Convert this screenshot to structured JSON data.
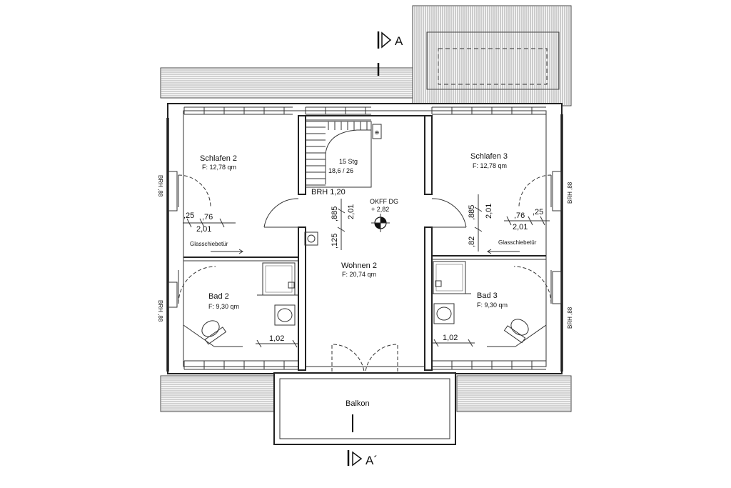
{
  "rooms": {
    "schlafen2": {
      "name": "Schlafen 2",
      "area": "F: 12,78 qm"
    },
    "schlafen3": {
      "name": "Schlafen 3",
      "area": "F: 12,78 qm"
    },
    "wohnen2": {
      "name": "Wohnen 2",
      "area": "F: 20,74 qm"
    },
    "bad2": {
      "name": "Bad 2",
      "area": "F: 9,30 qm"
    },
    "bad3": {
      "name": "Bad 3",
      "area": "F: 9,30 qm"
    },
    "balkon": {
      "name": "Balkon"
    }
  },
  "stair": {
    "steps": "15 Stg",
    "ratio": "18,6 / 26"
  },
  "labels": {
    "brh": "BRH  1,20",
    "okff": "OKFF DG",
    "okff_value": "+ 2,82",
    "glass_left": "Glasschiebetür",
    "glass_right": "Glasschiebetür",
    "brh_side_right_top": "BRH ,88",
    "brh_side_right_bottom": "BRH ,88",
    "brh_side_left_top": "BRH ,88",
    "brh_side_left_bottom": "BRH ,88"
  },
  "section": {
    "top": "A",
    "bottom": "A´"
  },
  "dims": {
    "left_25": ",25",
    "left_76": ",76",
    "left_201": "2,01",
    "right_76": ",76",
    "right_25": ",25",
    "right_201": "2,01",
    "center_885": ",885",
    "center_201": "2,01",
    "center_125": ",125",
    "right_885": ",885",
    "right_201v": "2,01",
    "right_82": ",82",
    "bad_left_102": "1,02",
    "bad_right_102": "1,02"
  }
}
